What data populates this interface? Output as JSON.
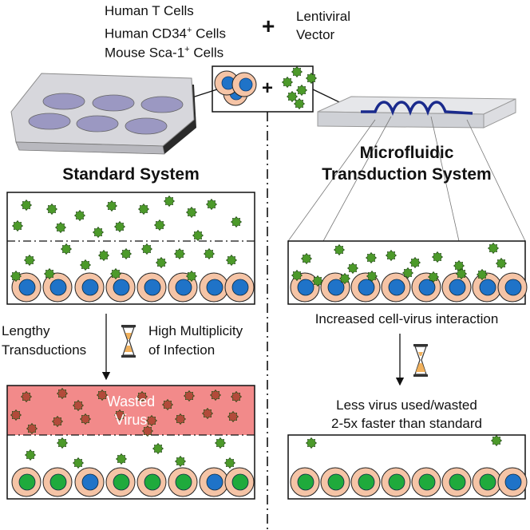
{
  "header": {
    "cell_types": [
      "Human T Cells",
      "Human CD34",
      "+",
      "Cells",
      "Mouse Sca-1",
      "+",
      "Cells"
    ],
    "plus": "+",
    "vector_line1": "Lentiviral",
    "vector_line2": "Vector",
    "mix_plus": "+"
  },
  "left": {
    "title": "Standard System",
    "step_left_line1": "Lengthy",
    "step_left_line2": "Transductions",
    "step_right_line1": "High Multiplicity",
    "step_right_line2": "of Infection",
    "wasted_line1": "Wasted",
    "wasted_line2": "Virus"
  },
  "right": {
    "title_line1": "Microfluidic",
    "title_line2": "Transduction System",
    "interaction": "Increased cell-virus interaction",
    "result_line1": "Less virus used/wasted",
    "result_line2": "2-5x faster than standard"
  },
  "colors": {
    "cell_outer": "#f5c4a6",
    "nucleus_untransduced": "#1f73c8",
    "nucleus_transduced": "#1faa3c",
    "virus": "#4c9a2a",
    "wasted_region": "#f28a8a",
    "channel": "#1a2a8c"
  },
  "icons": [
    "hourglass-icon",
    "well-plate-icon",
    "microfluidic-chip-icon",
    "virus-icon",
    "cell-icon"
  ]
}
